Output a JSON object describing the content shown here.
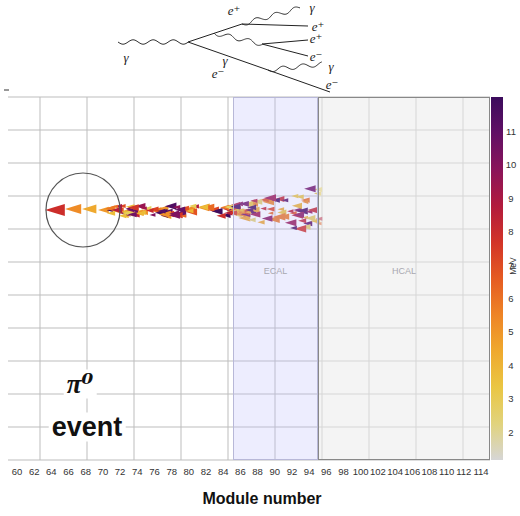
{
  "diagram": {
    "nodes": [
      {
        "text": [
          "ECAL"
        ]
      },
      {
        "text": [
          "HCAL"
        ]
      }
    ],
    "labels": [
      "γ",
      "e⁺",
      "e⁺",
      "e⁺",
      "e⁻",
      "γ",
      "γ",
      "e⁻",
      "γ",
      "e⁻",
      "π⁰",
      "event",
      "60",
      "62",
      "64",
      "66",
      "68",
      "70",
      "72",
      "74",
      "76",
      "78",
      "80",
      "82",
      "84",
      "86",
      "88",
      "90",
      "92",
      "94",
      "96",
      "98",
      "100",
      "102",
      "104",
      "106",
      "108",
      "110",
      "112",
      "114",
      "11",
      "10",
      "9",
      "8",
      "7",
      "6",
      "5",
      "4",
      "3",
      "2",
      "MeV",
      "Module number"
    ]
  }
}
